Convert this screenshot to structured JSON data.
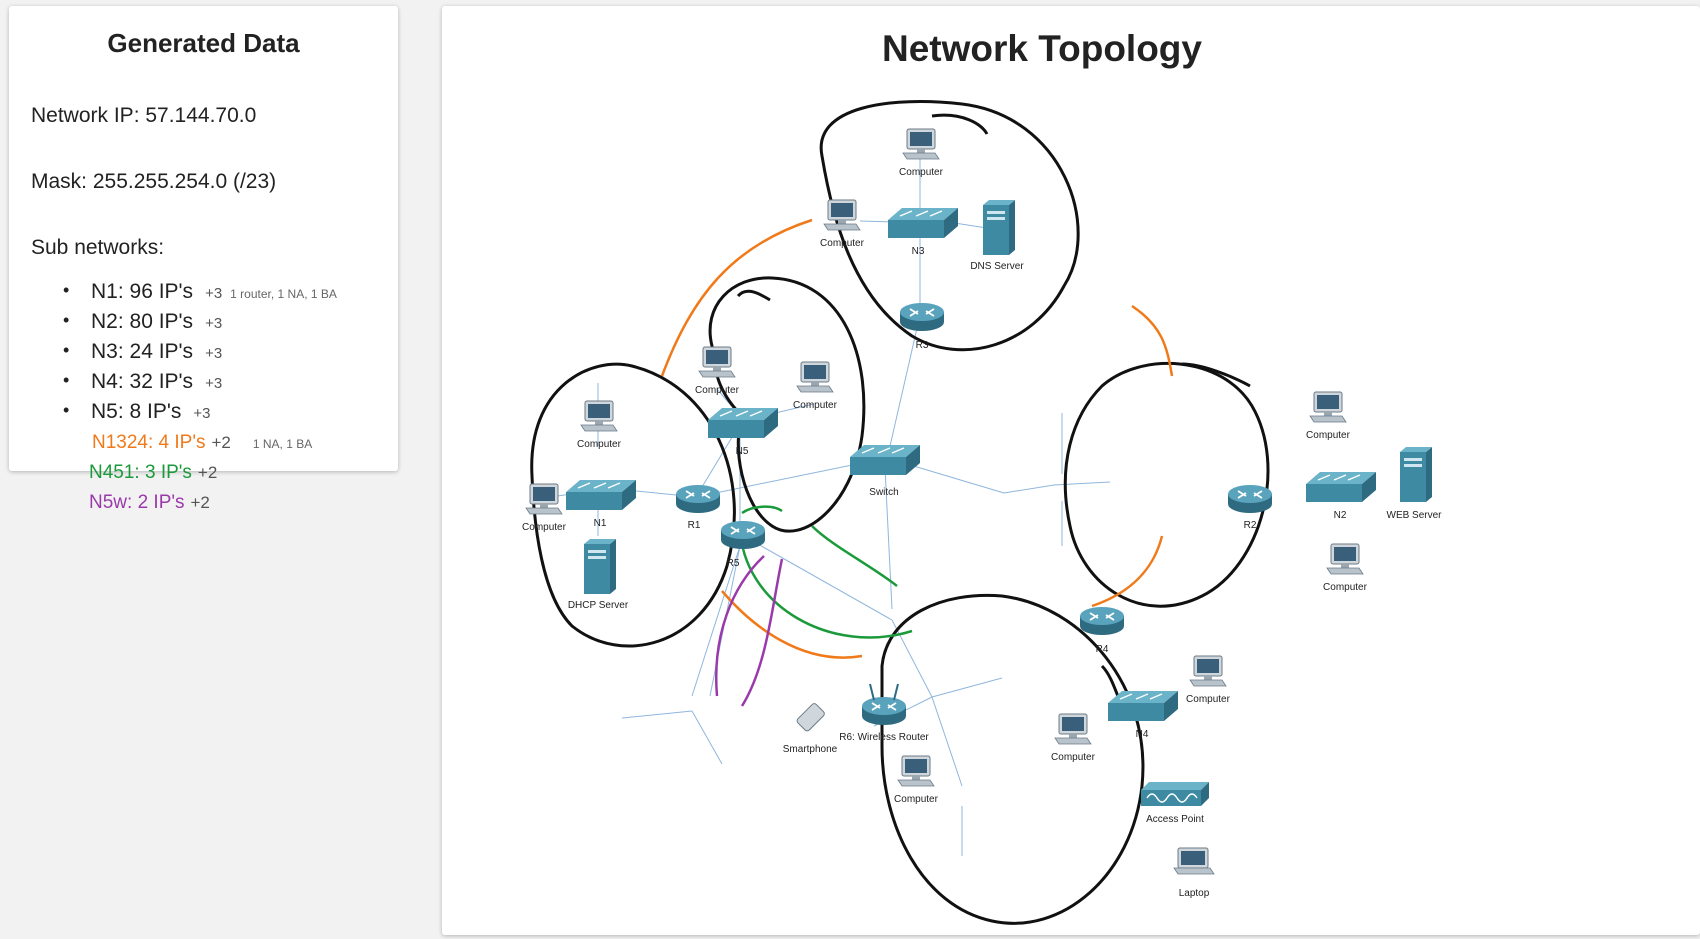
{
  "left": {
    "title": "Generated Data",
    "network_ip": "Network IP: 57.144.70.0",
    "mask": "Mask: 255.255.254.0 (/23)",
    "subnets_heading": "Sub networks:",
    "subnets": [
      {
        "label": "N1: 96 IP's",
        "extra": "+3",
        "note": "1 router, 1 NA, 1 BA"
      },
      {
        "label": "N2: 80 IP's",
        "extra": "+3",
        "note": ""
      },
      {
        "label": "N3: 24 IP's",
        "extra": "+3",
        "note": ""
      },
      {
        "label": "N4: 32 IP's",
        "extra": "+3",
        "note": ""
      },
      {
        "label": "N5: 8 IP's",
        "extra": "+3",
        "note": ""
      }
    ],
    "links": [
      {
        "label": "N1324: 4 IP's",
        "extra": "+2",
        "note": "1 NA, 1 BA",
        "color": "#f07a1a"
      },
      {
        "label": "N451: 3 IP's",
        "extra": "+2",
        "note": "",
        "color": "#1a9a3a"
      },
      {
        "label": "N5w: 2 IP's",
        "extra": "+2",
        "note": "",
        "color": "#9a3aaa"
      }
    ]
  },
  "main": {
    "title": "Network Topology"
  },
  "topology": {
    "labels": {
      "pc": "Computer",
      "n1": "N1",
      "n2": "N2",
      "n3": "N3",
      "n4": "N4",
      "n5": "N5",
      "r1": "R1",
      "r2": "R2",
      "r3": "R3",
      "r4": "R4",
      "r5": "R5",
      "switch": "Switch",
      "dns": "DNS Server",
      "web": "WEB Server",
      "dhcp": "DHCP Server",
      "r6": "R6: Wireless Router",
      "smartphone": "Smartphone",
      "ap": "Access Point",
      "laptop": "Laptop"
    },
    "colors": {
      "device": "#4a8fa8",
      "device_dark": "#2f6b80",
      "link": "#8fb6dc",
      "ink": "#111111",
      "orange": "#f07a1a",
      "green": "#1a9a3a",
      "purple": "#9a3aaa"
    }
  }
}
